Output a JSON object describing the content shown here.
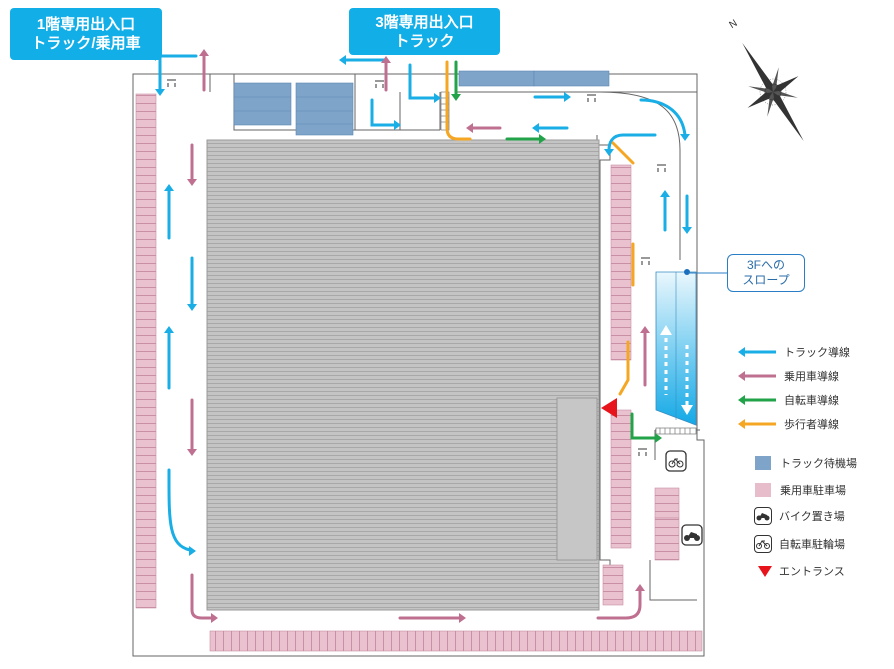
{
  "callouts": {
    "floor1": {
      "line1": "1階専用出入口",
      "line2": "トラック/乗用車"
    },
    "floor3": {
      "line1": "3階専用出入口",
      "line2": "トラック"
    }
  },
  "compass": {
    "label": "N"
  },
  "slope": {
    "line1": "3Fへの",
    "line2": "スロープ"
  },
  "legend": {
    "routes": [
      {
        "label": "トラック導線",
        "color": "#19aee6",
        "icon": "arrow-left"
      },
      {
        "label": "乗用車導線",
        "color": "#bf7090",
        "icon": "arrow-left"
      },
      {
        "label": "自転車導線",
        "color": "#22a34a",
        "icon": "arrow-left"
      },
      {
        "label": "歩行者導線",
        "color": "#f5a623",
        "icon": "arrow-left"
      }
    ],
    "areas": [
      {
        "label": "トラック待機場",
        "color": "#7ea4c9",
        "icon": "square"
      },
      {
        "label": "乗用車駐車場",
        "color": "#e7bdcc",
        "icon": "square"
      },
      {
        "label": "バイク置き場",
        "icon": "motorcycle-icon"
      },
      {
        "label": "自転車駐輪場",
        "icon": "bicycle-icon"
      },
      {
        "label": "エントランス",
        "color": "#e8141b",
        "icon": "triangle-down"
      }
    ]
  },
  "colors": {
    "truck": "#19aee6",
    "car": "#bf7090",
    "bicycle": "#22a34a",
    "pedestrian": "#f5a623",
    "truck_waiting": "#7ea4c9",
    "car_parking": "#e7bdcc",
    "building": "#b9b9b9",
    "entrance": "#e8141b"
  }
}
